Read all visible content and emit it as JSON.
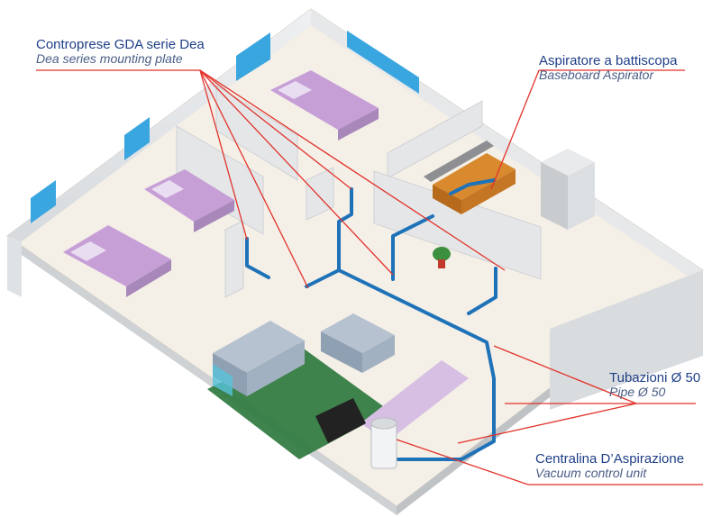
{
  "labels": {
    "mounting_plate": {
      "it": "Controprese GDA serie Dea",
      "en": "Dea series mounting plate"
    },
    "baseboard": {
      "it": "Aspiratore a battiscopa",
      "en": "Baseboard Aspirator"
    },
    "pipes": {
      "it": "Tubazioni Ø 50",
      "en": "Pipe Ø 50"
    },
    "control_unit": {
      "it": "Centralina D’Aspirazione",
      "en": "Vacuum control unit"
    }
  },
  "colors": {
    "label_text": "#1f3f86",
    "label_sub": "#4a5d86",
    "leader_line": "#e2332b",
    "pipe": "#1e72b8",
    "floor": "#f3eee6",
    "wall": "#e3e5e7",
    "bed": "#c79fd7",
    "window": "#3aa6e0",
    "sofa": "#a8b6c6",
    "rug": "#2f7a3f"
  }
}
